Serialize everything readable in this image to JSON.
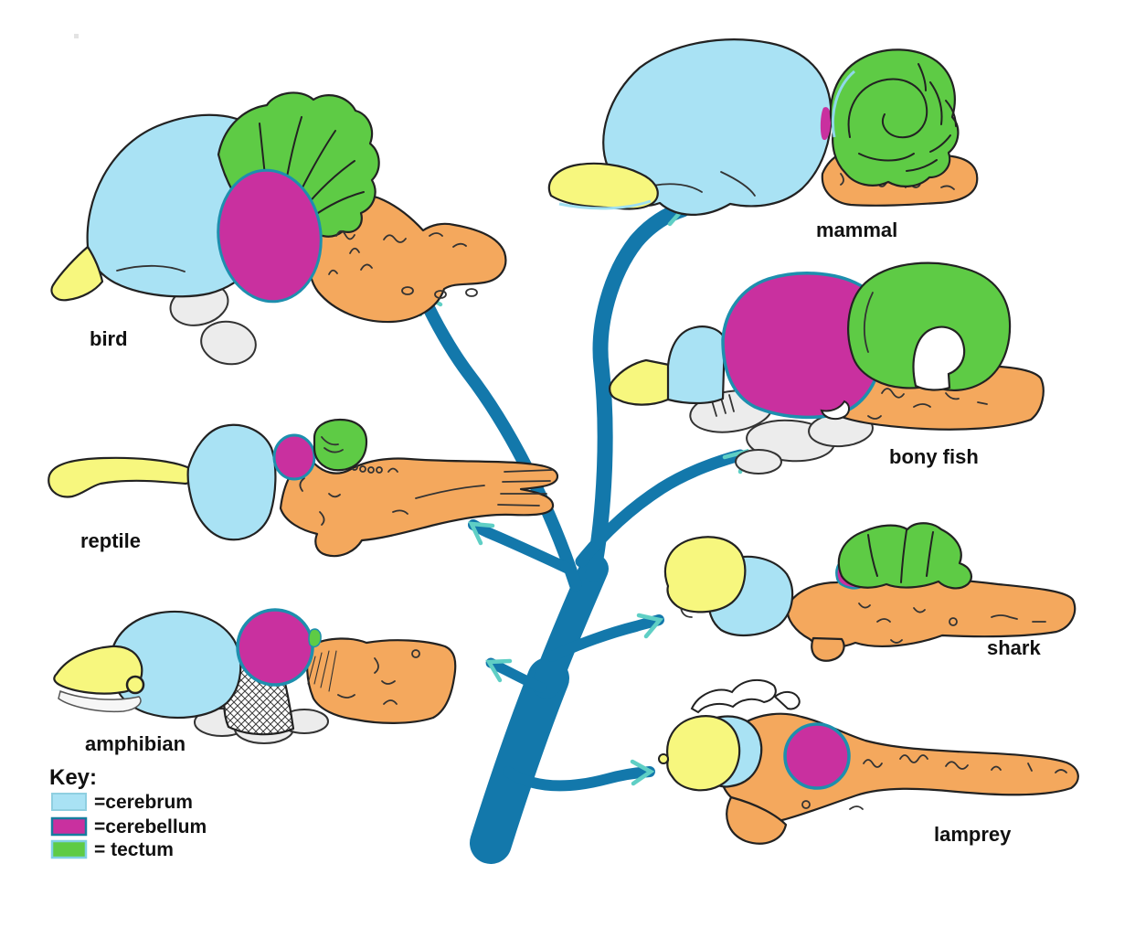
{
  "diagram": {
    "description": "Comparative diagram of vertebrate brain evolution with a branching tree linking seven brains",
    "key": {
      "title": "Key:",
      "entries": [
        {
          "id": "cerebrum",
          "label": "=cerebrum",
          "color": "#a9e2f4"
        },
        {
          "id": "cerebellum",
          "label": "=cerebellum",
          "color": "#c9309f"
        },
        {
          "id": "tectum",
          "label": "= tectum",
          "color": "#5ecb45"
        }
      ]
    },
    "animals": [
      {
        "id": "bird",
        "label": "bird"
      },
      {
        "id": "reptile",
        "label": "reptile"
      },
      {
        "id": "amphibian",
        "label": "amphibian"
      },
      {
        "id": "mammal",
        "label": "mammal"
      },
      {
        "id": "bony_fish",
        "label": "bony fish"
      },
      {
        "id": "shark",
        "label": "shark"
      },
      {
        "id": "lamprey",
        "label": "lamprey"
      }
    ],
    "colors": {
      "cerebrum_blue": "#a9e2f4",
      "cerebellum_magenta": "#c9309f",
      "tectum_green": "#5ecb45",
      "olfactory_yellow": "#f7f77e",
      "brainstem_orange": "#f4a85d",
      "understructure_gray": "#ececec",
      "tree_blue": "#1378ab",
      "arrowhead_teal": "#5fcfc5",
      "teal_outline": "#1d8fae",
      "background": "#ffffff"
    }
  }
}
